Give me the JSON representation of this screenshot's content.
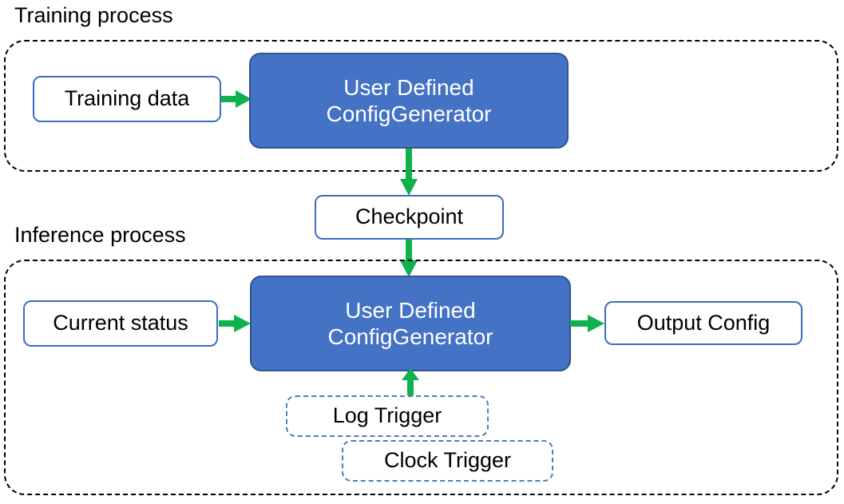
{
  "diagram": {
    "title_training": "Training process",
    "title_inference": "Inference process",
    "colors": {
      "primary_fill": "#4472C4",
      "primary_stroke": "#32538F",
      "node_stroke": "#3C6EBF",
      "trigger_stroke": "#4A7EBB",
      "arrow": "#0FB14C",
      "group_stroke": "#000000",
      "text_dark": "#000000",
      "text_light": "#FFFFFF"
    },
    "training": {
      "input_label": "Training data",
      "generator_line1": "User Defined",
      "generator_line2": "ConfigGenerator"
    },
    "checkpoint": {
      "label": "Checkpoint"
    },
    "inference": {
      "input_label": "Current status",
      "generator_line1": "User Defined",
      "generator_line2": "ConfigGenerator",
      "output_label": "Output Config",
      "trigger_log": "Log Trigger",
      "trigger_clock": "Clock Trigger"
    }
  }
}
